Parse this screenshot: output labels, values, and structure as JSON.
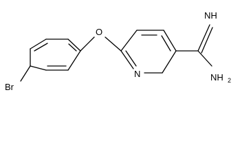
{
  "molecule": {
    "atoms": {
      "bromine": "Br",
      "ether_oxygen": "O",
      "pyridine_nitrogen": "N",
      "imine_group": "NH",
      "amine_group": "NH",
      "amine_subscript": "2"
    }
  }
}
